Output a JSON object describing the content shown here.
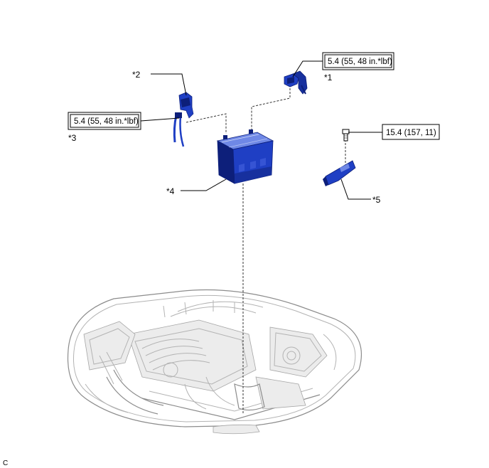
{
  "callouts": {
    "c1": "*1",
    "c2": "*2",
    "c3": "*3",
    "c4": "*4",
    "c5": "*5"
  },
  "torques": {
    "t1": "5.4 (55, 48 in.*lbf)",
    "t3": "5.4 (55, 48 in.*lbf)",
    "t5": "15.4 (157, 11)"
  },
  "corner_code": "C",
  "colors": {
    "part_blue": "#1f3fc4",
    "part_dark": "#0d1f7a",
    "part_light": "#6f88e6",
    "engine_line": "#b3b3b3"
  }
}
